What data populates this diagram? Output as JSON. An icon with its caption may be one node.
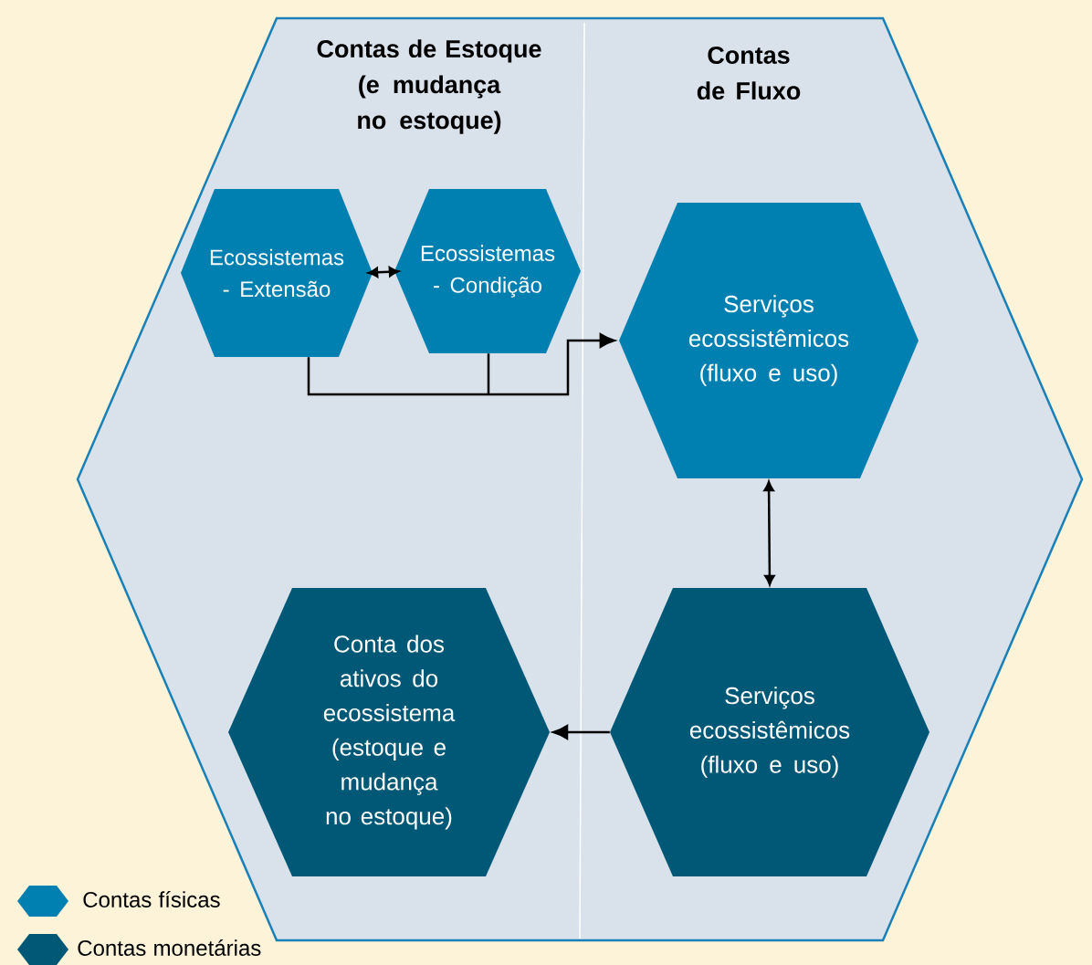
{
  "diagram": {
    "nodes": [
      {
        "text": [
          "Contas de Estoque (e mudança no estoque)",
          "Contas de Fluxo"
        ]
      },
      {
        "text": [
          "Ecossistemas - Extensão"
        ],
        "in": 0
      },
      {
        "text": [
          "Ecossistemas - Condição"
        ],
        "in": 0
      },
      {
        "text": [
          "Serviços ecossistêmicos (fluxo e uso)"
        ],
        "in": 0
      },
      {
        "text": [
          "Serviços ecossistêmicos (fluxo e uso)"
        ],
        "in": 0
      },
      {
        "text": [
          "Conta dos ativos do ecossistema (estoque e mudança no estoque)"
        ],
        "in": 0
      }
    ],
    "edges": [
      {
        "from": 1,
        "to": 2,
        "arrow": "both"
      },
      {
        "from": 1,
        "to": 3,
        "arrow": "to"
      },
      {
        "from": 2,
        "to": 3,
        "arrow": "to"
      },
      {
        "from": 3,
        "to": 4,
        "arrow": "both"
      },
      {
        "from": 4,
        "to": 5,
        "arrow": "to"
      }
    ],
    "legend": [
      {
        "text": "Contas físicas",
        "color": "#0080b1"
      },
      {
        "text": "Contas monetárias",
        "color": "#005877"
      }
    ]
  }
}
